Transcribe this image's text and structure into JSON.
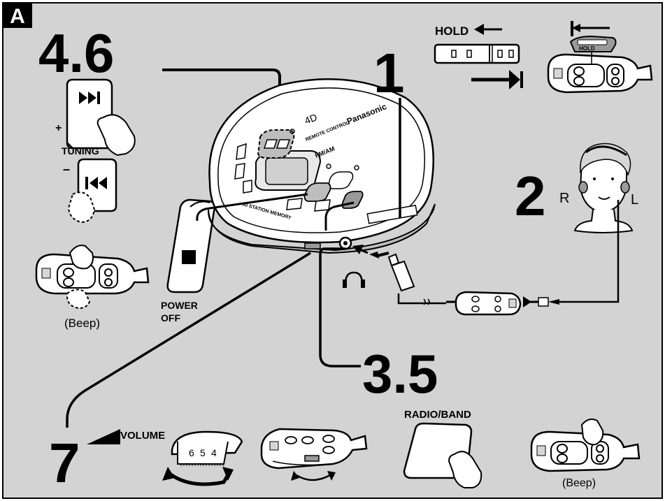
{
  "panel_letter": "A",
  "steps": {
    "s46": "4.6",
    "s1": "1",
    "s2": "2",
    "s35": "3.5",
    "s7": "7"
  },
  "labels": {
    "hold": "HOLD",
    "hold_small": "HOLD",
    "tuning": "TUNING",
    "plus": "+",
    "minus": "–",
    "power": "POWER",
    "off": "OFF",
    "beep_left": "(Beep)",
    "beep_right": "(Beep)",
    "radio_band": "RADIO/BAND",
    "volume": "VOLUME",
    "right": "R",
    "left": "L",
    "dial_6": "6",
    "dial_5": "5",
    "dial_4": "4"
  },
  "device": {
    "brand": "Panasonic",
    "fm_am": "FM/AM",
    "remote": "REMOTE CONTROL",
    "station": "30 STATION MEMORY"
  }
}
